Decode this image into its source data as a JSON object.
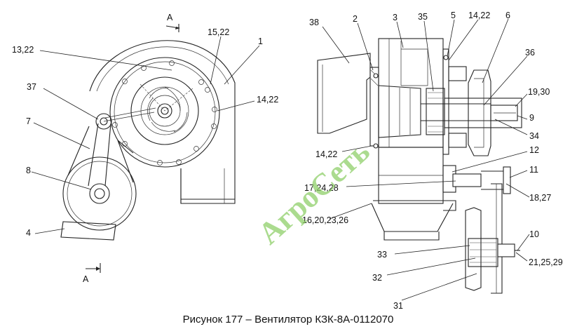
{
  "caption": "Рисунок 177 – Вентилятор КЗК-8А-0112070",
  "watermark": "АгроСеть",
  "view_marks": {
    "top": "А",
    "bottom": "А"
  },
  "left_labels": {
    "l13_22": "13,22",
    "l15_22": "15,22",
    "l1": "1",
    "l37": "37",
    "l14_22a": "14,22",
    "l7": "7",
    "l8": "8",
    "l4": "4"
  },
  "right_labels": {
    "l38": "38",
    "l2": "2",
    "l3": "3",
    "l35": "35",
    "l5": "5",
    "l14_22b": "14,22",
    "l6": "6",
    "l36": "36",
    "l19_30": "19,30",
    "l9": "9",
    "l34": "34",
    "l14_22c": "14,22",
    "l12": "12",
    "l11": "11",
    "l17_24_28": "17,24,28",
    "l18_27": "18,27",
    "l16_20_23_26": "16,20,23,26",
    "l10": "10",
    "l33": "33",
    "l21_25_29": "21,25,29",
    "l32": "32",
    "l31": "31"
  }
}
